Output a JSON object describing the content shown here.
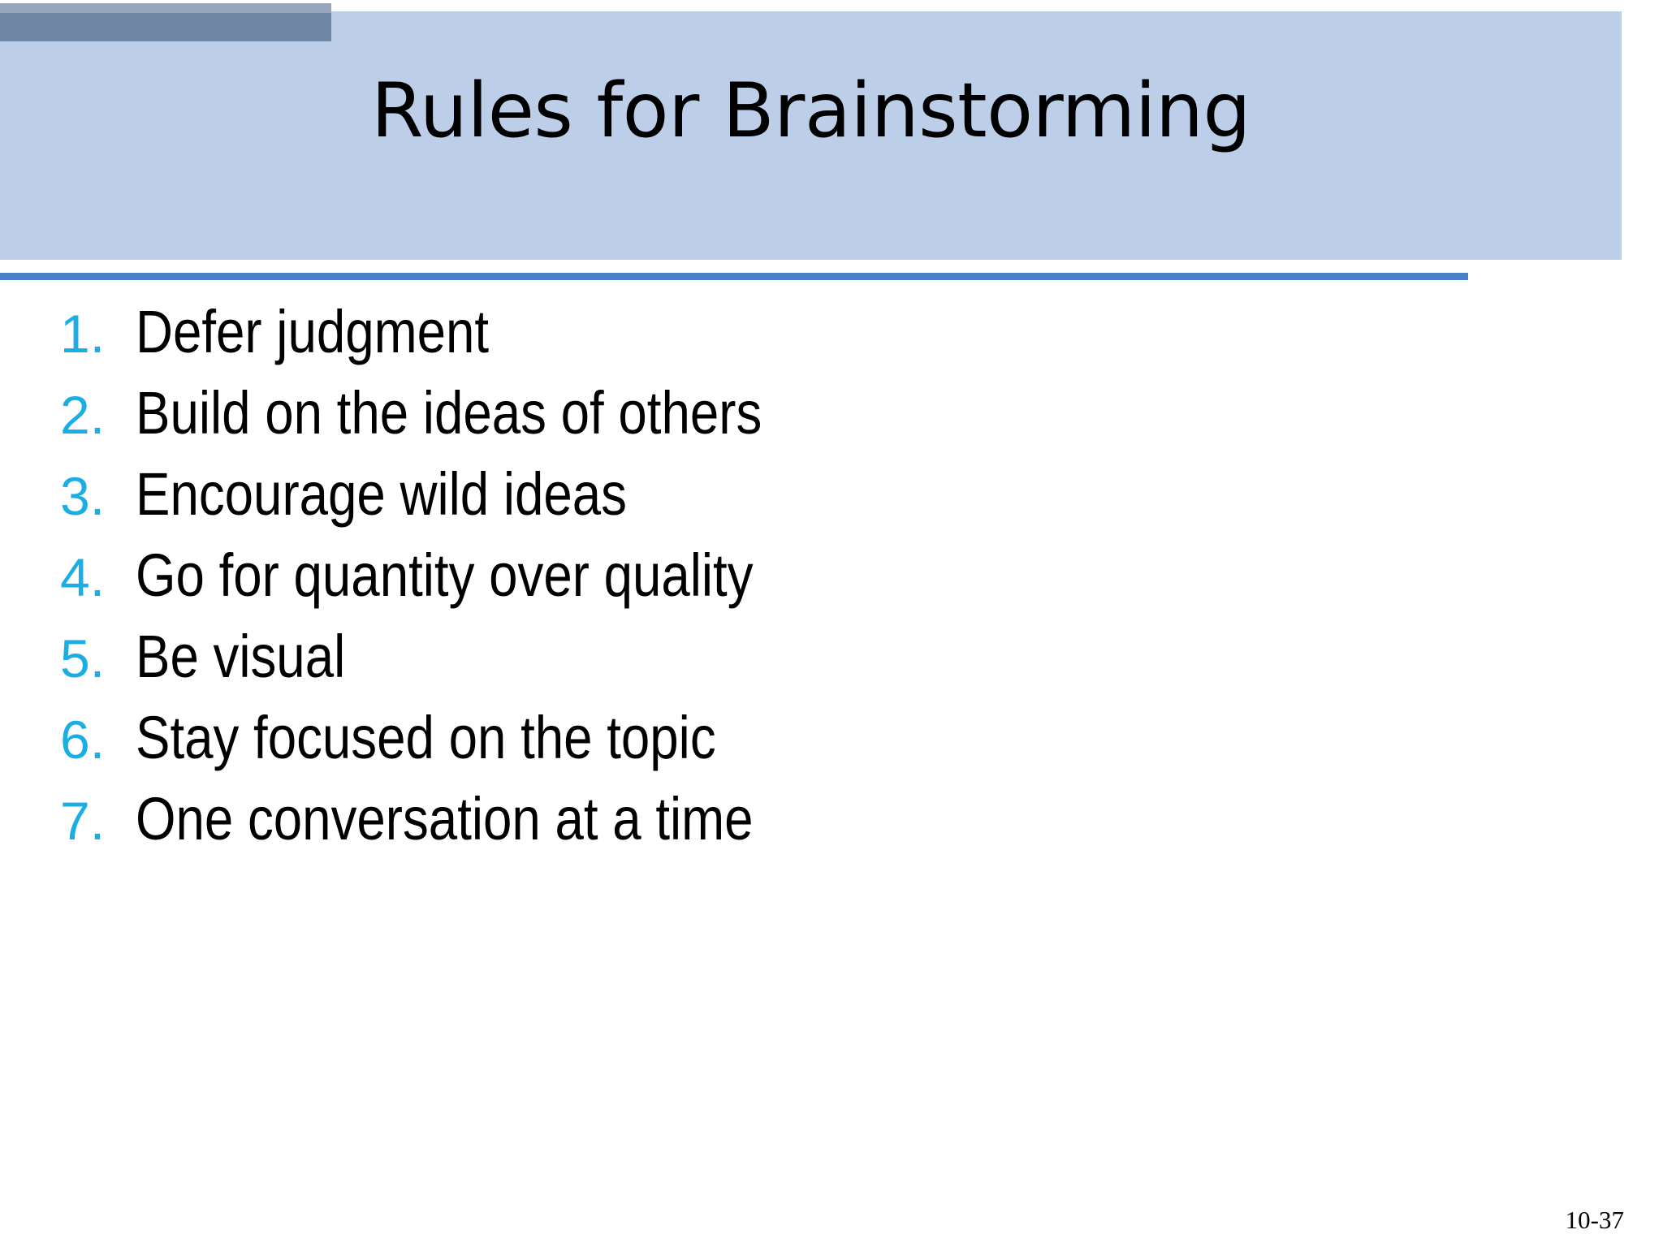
{
  "slide": {
    "title": "Rules for Brainstorming",
    "page_number": "10-37",
    "colors": {
      "header_band": "#bdcee9",
      "header_bar_dark": "#6f86a4",
      "header_strip_light": "#98a6bd",
      "title_rule": "#4a80c8",
      "number_accent": "#1aaee4",
      "body_text": "#000000",
      "background": "#ffffff"
    }
  },
  "list": {
    "items": [
      {
        "number": "1.",
        "text": "Defer judgment"
      },
      {
        "number": "2.",
        "text": "Build on the ideas of others"
      },
      {
        "number": "3.",
        "text": "Encourage wild ideas"
      },
      {
        "number": "4.",
        "text": "Go for quantity over quality"
      },
      {
        "number": "5.",
        "text": "Be visual"
      },
      {
        "number": "6.",
        "text": "Stay focused on the topic"
      },
      {
        "number": "7.",
        "text": "One conversation at a time"
      }
    ]
  }
}
